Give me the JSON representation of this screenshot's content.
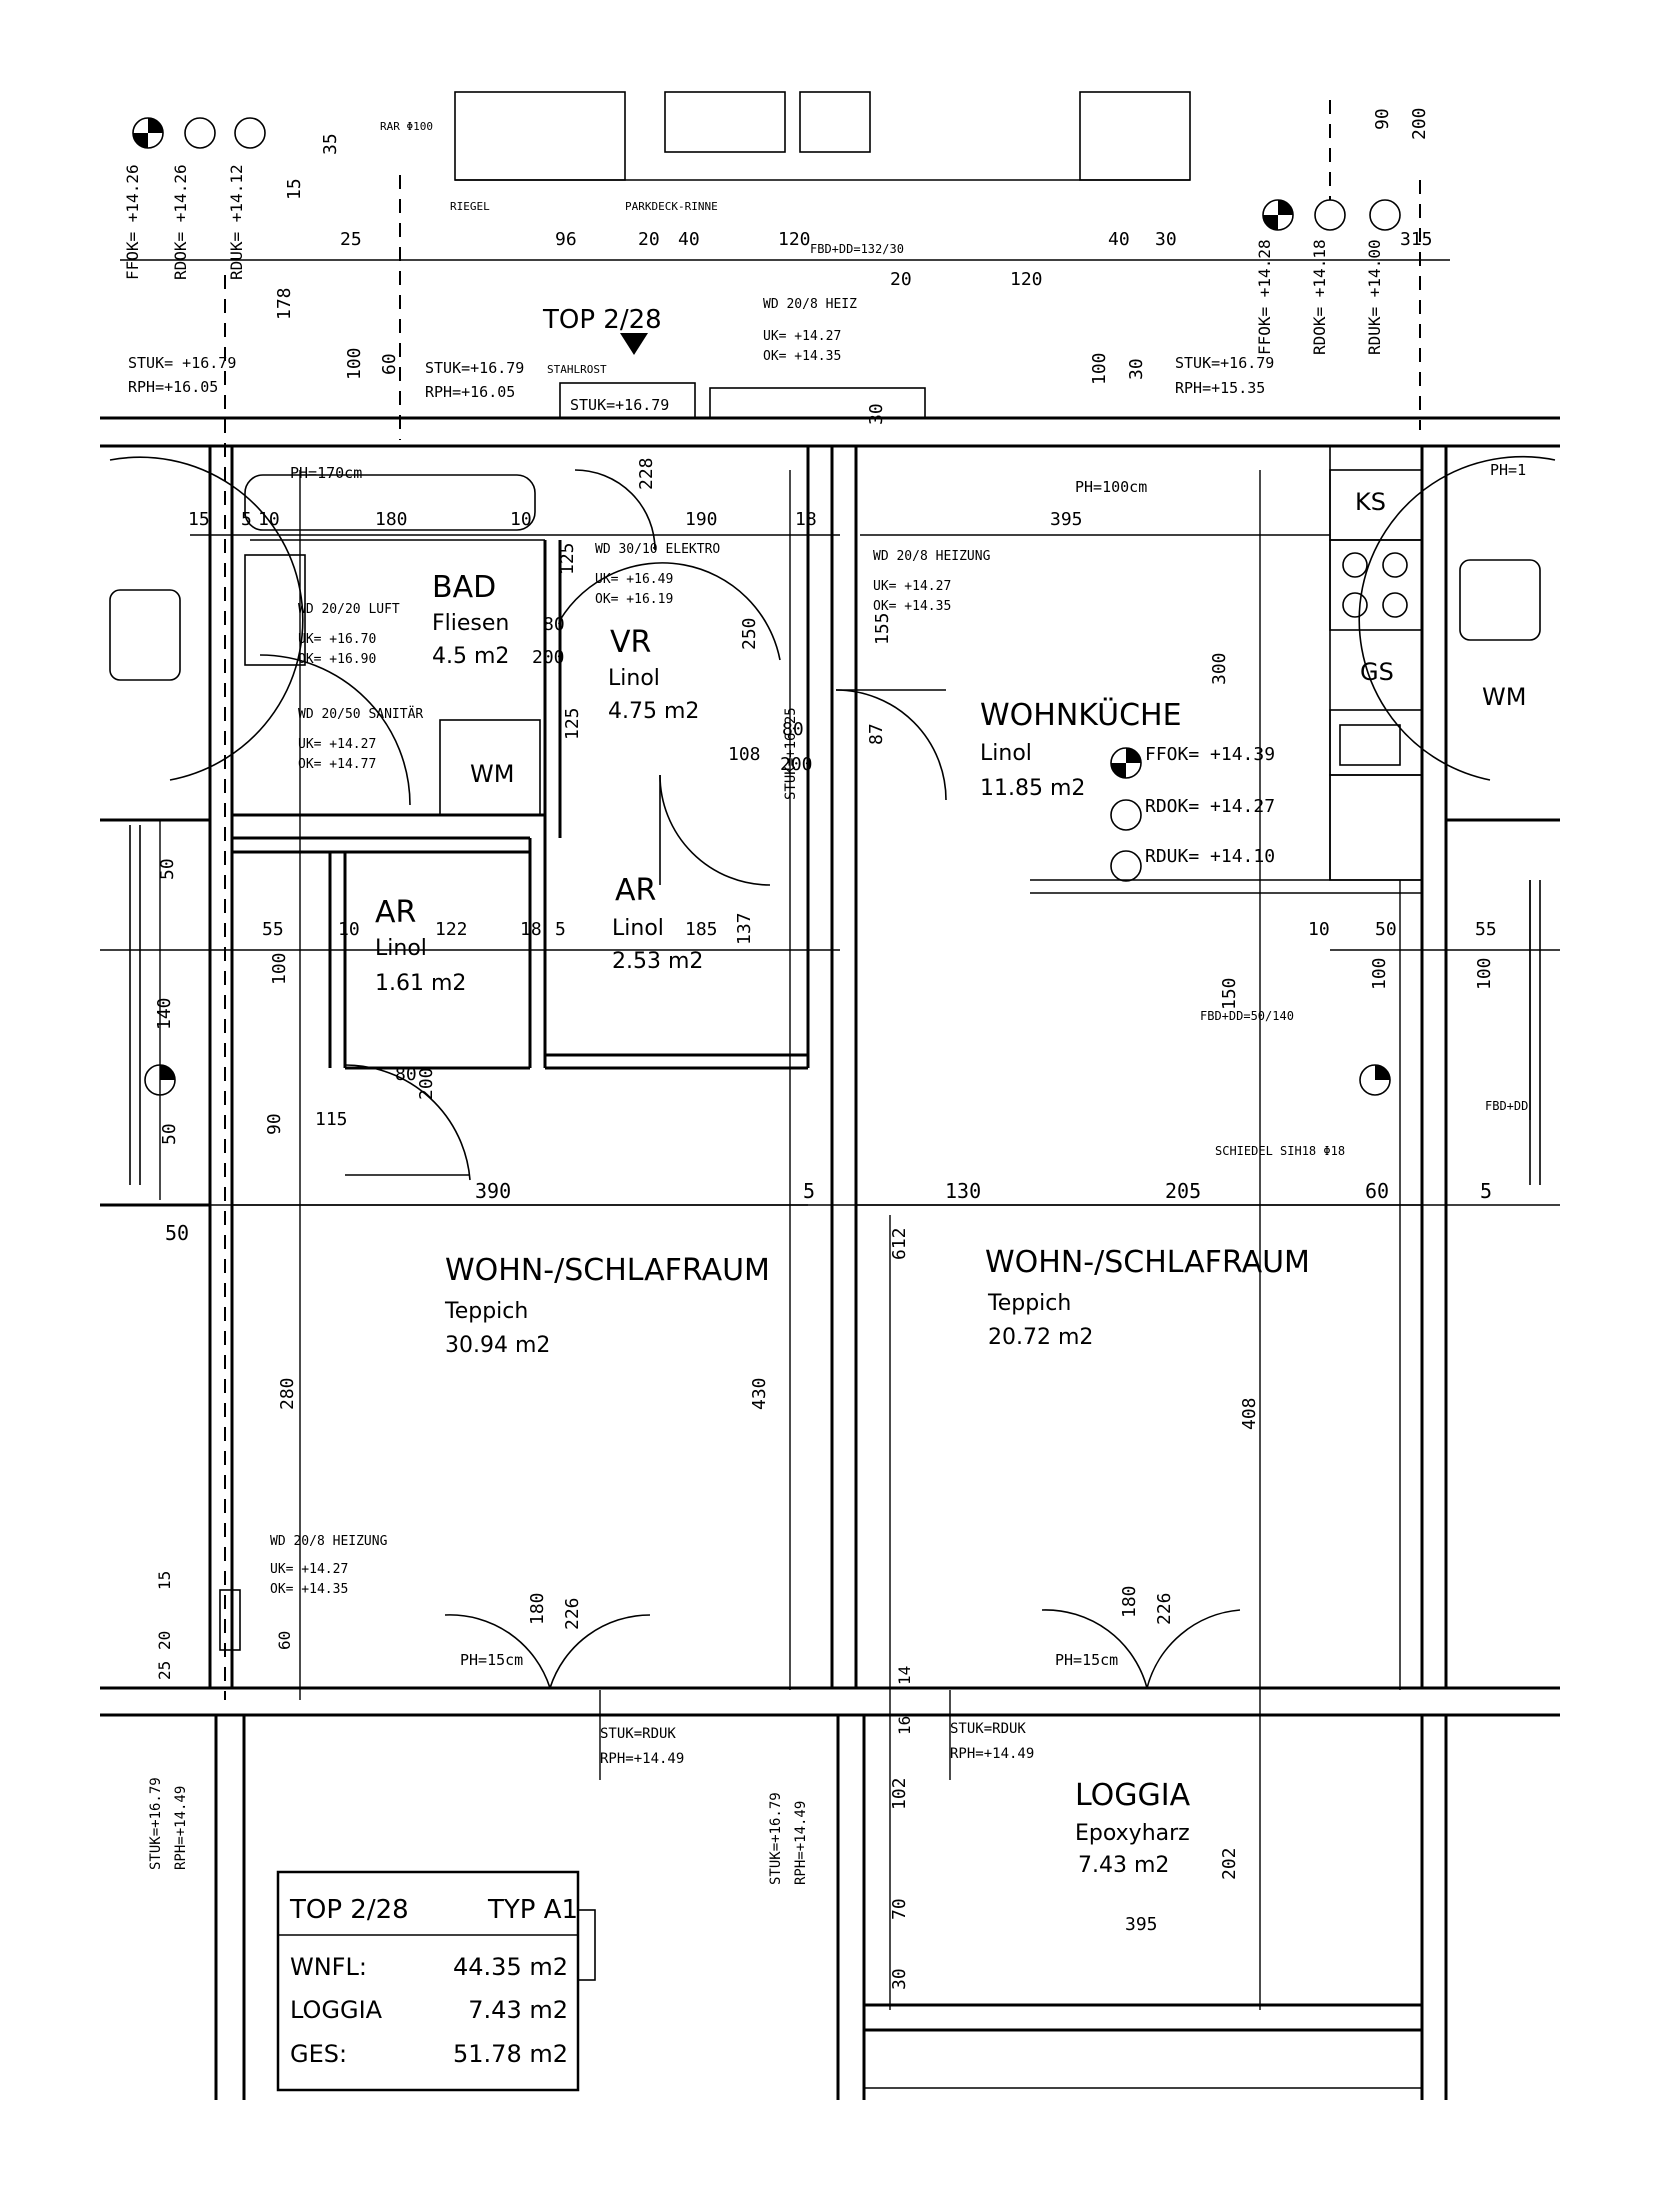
{
  "top_label": "TOP 2/28",
  "rooms": [
    {
      "id": "bad",
      "name": "BAD",
      "floor": "Fliesen",
      "area": "4.5 m2"
    },
    {
      "id": "vr",
      "name": "VR",
      "floor": "Linol",
      "area": "4.75 m2"
    },
    {
      "id": "ar1",
      "name": "AR",
      "floor": "Linol",
      "area": "1.61 m2"
    },
    {
      "id": "ar2",
      "name": "AR",
      "floor": "Linol",
      "area": "2.53 m2"
    },
    {
      "id": "kueche",
      "name": "WOHNKÜCHE",
      "floor": "Linol",
      "area": "11.85 m2"
    },
    {
      "id": "wohn1",
      "name": "WOHN-/SCHLAFRAUM",
      "floor": "Teppich",
      "area": "30.94 m2"
    },
    {
      "id": "wohn2",
      "name": "WOHN-/SCHLAFRAUM",
      "floor": "Teppich",
      "area": "20.72 m2"
    },
    {
      "id": "loggia",
      "name": "LOGGIA",
      "floor": "Epoxyharz",
      "area": "7.43 m2"
    }
  ],
  "levels": {
    "ffok_top": "FFOK= +14.26",
    "rdok_top": "RDOK= +14.26",
    "rduk_top": "RDUK= +14.12",
    "ffok_r": "FFOK= +14.28",
    "rdok_r": "RDOK= +14.18",
    "rduk_r": "RDUK= +14.00",
    "k_ffok": "FFOK= +14.39",
    "k_rdok": "RDOK= +14.27",
    "k_rduk": "RDUK= +14.10",
    "stuk1": "STUK= +16.79",
    "rph1": "RPH=+16.05",
    "stuk2": "STUK=+16.79",
    "rph2": "RPH=+16.05",
    "stuk3": "STUK=+16.79",
    "rph3": "RPH=+15.35",
    "stuk4": "STUK=+16.79",
    "stahlrost": "STAHLROST",
    "stuk_rduk1": "STUK=RDUK",
    "rph_1449a": "RPH=+14.49",
    "stuk_rduk2": "STUK=RDUK",
    "rph_1449b": "RPH=+14.49",
    "stuk_left_v": "STUK=+16.79",
    "rph_left_v": "RPH=+14.49",
    "stuk_mid_v": "STUK=+16.79",
    "rph_mid_v": "RPH=+14.49",
    "stuk_vr": "STUK=+16.25"
  },
  "notes": {
    "ph170": "PH=170cm",
    "ph100": "PH=100cm",
    "ph15a": "PH=15cm",
    "ph15b": "PH=15cm",
    "ks": "KS",
    "gs": "GS",
    "wm": "WM",
    "wm_r": "WM",
    "ph_r": "PH=1",
    "rar": "RAR Φ100",
    "riegel": "RIEGEL",
    "parkdeck": "PARKDECK-RINNE",
    "fbd_top": "FBD+DD=132/30",
    "fbd_k": "FBD+DD=50/140",
    "fbd_r": "FBD+DD",
    "schiedel": "SCHIEDEL SIH18 Φ18",
    "wd_heiz_top": "WD 20/8  HEIZ",
    "wd_heiz_top_uk": "UK= +14.27",
    "wd_heiz_top_ok": "OK= +14.35",
    "wd_luft": "WD 20/20  LUFT",
    "wd_luft_uk": "UK= +16.70",
    "wd_luft_ok": "OK= +16.90",
    "wd_sanitaer": "WD 20/50  SANITÄR",
    "wd_san_uk": "UK= +14.27",
    "wd_san_ok": "OK= +14.77",
    "wd_elektro": "WD 30/10  ELEKTRO",
    "wd_el_uk": "UK= +16.49",
    "wd_el_ok": "OK= +16.19",
    "wd_heizung_k": "WD 20/8  HEIZUNG",
    "wd_hk_uk": "UK= +14.27",
    "wd_hk_ok": "OK= +14.35",
    "wd_heizung_w": "WD 20/8  HEIZUNG",
    "wd_hw_uk": "UK= +14.27",
    "wd_hw_ok": "OK= +14.35"
  },
  "dims": {
    "d35": "35",
    "d15": "15",
    "d178": "178",
    "d25": "25",
    "d96": "96",
    "d20": "20",
    "d40": "40",
    "d120a": "120",
    "d20b": "20",
    "d120b": "120",
    "d40b": "40",
    "d30": "30",
    "d90": "90",
    "d200": "200",
    "d315": "315",
    "d100a": "100",
    "d60a": "60",
    "d100b": "100",
    "d30b": "30",
    "d228": "228",
    "d30c": "30",
    "d15b": "15",
    "d5": "5",
    "d10": "10",
    "d180": "180",
    "d10b": "10",
    "d190": "190",
    "d18": "18",
    "d395a": "395",
    "d125a": "125",
    "d80a": "80",
    "d200a": "200",
    "d125b": "125",
    "d250": "250",
    "d155": "155",
    "d300": "300",
    "d108": "108",
    "d80b": "80",
    "d200b": "200",
    "d87": "87",
    "d50a": "50",
    "d55a": "55",
    "d10c": "10",
    "d122": "122",
    "d18b": "18",
    "d5b": "5",
    "d185": "185",
    "d137": "137",
    "d140": "140",
    "d100c": "100",
    "d80c": "80",
    "d200c": "200",
    "d90b": "90",
    "d115": "115",
    "d50b": "50",
    "d150": "150",
    "d10d": "10",
    "d50c": "50",
    "d100d": "100",
    "d55b": "55",
    "d100e": "100",
    "d50d": "50",
    "d390": "390",
    "d5c": "5",
    "d130": "130",
    "d205": "205",
    "d60b": "60",
    "d5d": "5",
    "d612": "612",
    "d280": "280",
    "d430": "430",
    "d408": "408",
    "d180b": "180",
    "d226a": "226",
    "d180c": "180",
    "d226b": "226",
    "d15c": "15",
    "d20c": "20",
    "d25b": "25",
    "d60c": "60",
    "d14": "14",
    "d16": "16",
    "d102": "102",
    "d70": "70",
    "d30d": "30",
    "d202": "202",
    "d395b": "395"
  },
  "summary": {
    "top": "TOP 2/28",
    "typ": "TYP A1",
    "rows": [
      {
        "label": "WNFL:",
        "value": "44.35 m2"
      },
      {
        "label": "LOGGIA",
        "value": "7.43 m2"
      },
      {
        "label": "GES:",
        "value": "51.78 m2"
      }
    ]
  }
}
